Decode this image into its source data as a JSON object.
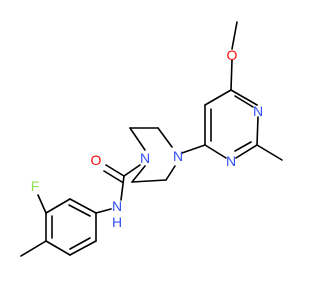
{
  "molecule": {
    "atoms": {
      "O_methoxy": {
        "symbol": "O",
        "color": "#ff0d0d"
      },
      "N_pyr_1": {
        "symbol": "N",
        "color": "#3050f8"
      },
      "N_pyr_2": {
        "symbol": "N",
        "color": "#3050f8"
      },
      "N_pip_1": {
        "symbol": "N",
        "color": "#3050f8"
      },
      "N_pip_2": {
        "symbol": "N",
        "color": "#3050f8"
      },
      "O_carbonyl": {
        "symbol": "O",
        "color": "#ff0d0d"
      },
      "N_amide": {
        "symbol": "N",
        "color": "#3050f8"
      },
      "H_amide": {
        "symbol": "H",
        "color": "#3050f8"
      },
      "F": {
        "symbol": "F",
        "color": "#90e050"
      }
    }
  }
}
